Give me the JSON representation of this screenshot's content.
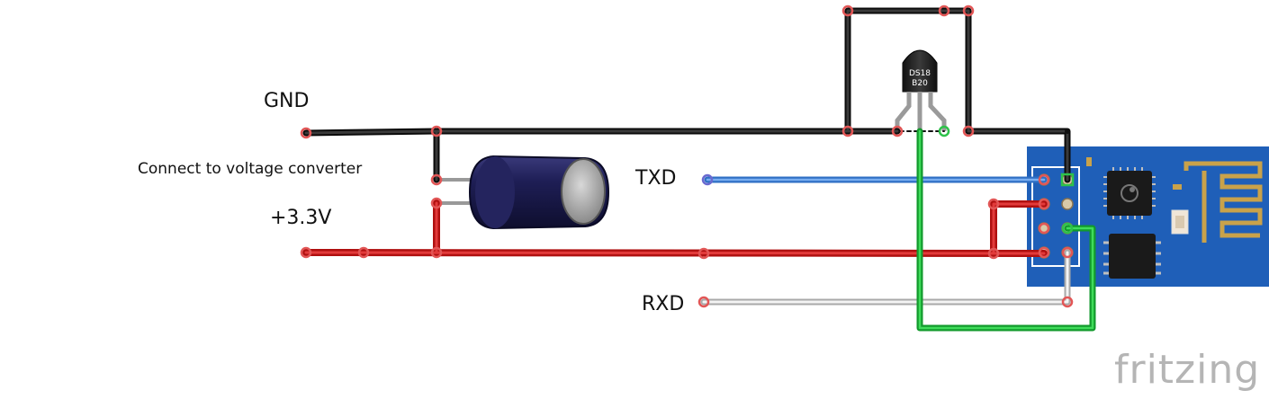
{
  "labels": {
    "gnd": "GND",
    "connect": "Connect to voltage converter",
    "v33": "+3.3V",
    "txd": "TXD",
    "rxd": "RXD"
  },
  "components": {
    "sensor_text_line1": "DS18",
    "sensor_text_line2": "B20"
  },
  "brand": "fritzing",
  "colors": {
    "gnd_wire": "#2b2b2b",
    "power_wire": "#cc1c1c",
    "txd_wire": "#3b7fd6",
    "rxd_wire": "#c9c9c9",
    "data_wire": "#1fb53c",
    "board": "#1f5fb8",
    "capacitor": "#1c1c4d"
  }
}
